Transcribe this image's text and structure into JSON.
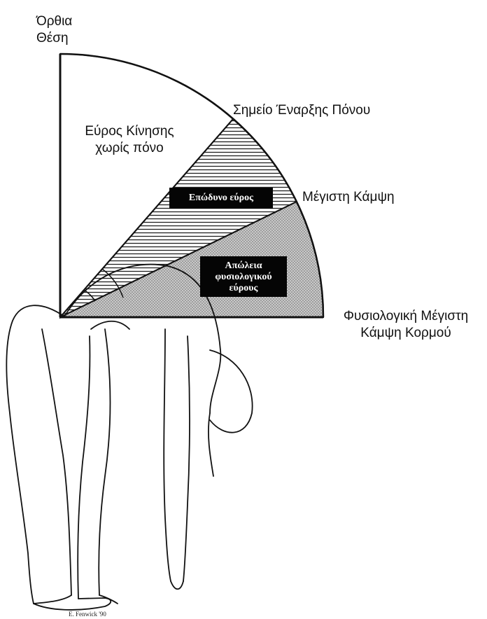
{
  "labels": {
    "upright": [
      "Όρθια",
      "Θέση"
    ],
    "pain_free_range": [
      "Εύρος Κίνησης",
      "χωρίς πόνο"
    ],
    "pain_onset_point": "Σημείο Έναρξης Πόνου",
    "max_flexion": "Μέγιστη Κάμψη",
    "physiological_max_flexion": [
      "Φυσιολογική Μέγιστη",
      "Κάμψη Κορμού"
    ]
  },
  "boxes": {
    "painful_range": "Επώδυνο εύρος",
    "lost_range": [
      "Απώλεια",
      "φυσιολογικού",
      "εύρους"
    ]
  },
  "signature": "E. Fenwick '90",
  "colors": {
    "line": "#111111",
    "dot_fill": "#c9c9c9",
    "box_bg": "#050505"
  }
}
